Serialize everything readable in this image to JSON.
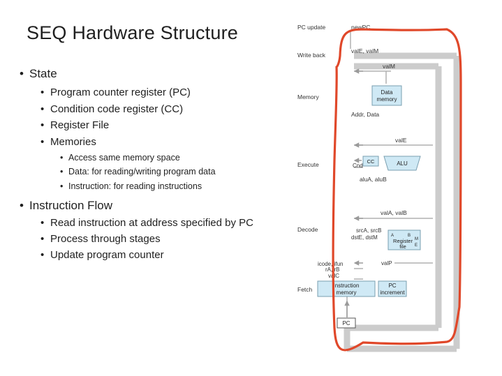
{
  "title": "SEQ Hardware Structure",
  "bullets": {
    "state": "State",
    "state_items": [
      "Program counter register (PC)",
      "Condition code register (CC)",
      "Register File",
      "Memories"
    ],
    "memory_items": [
      "Access same memory space",
      "Data: for reading/writing program data",
      "Instruction: for reading instructions"
    ],
    "flow": "Instruction Flow",
    "flow_items": [
      "Read instruction at address specified by PC",
      "Process through stages",
      "Update program counter"
    ]
  },
  "diagram": {
    "stages": {
      "pc_update": "PC update",
      "write_back": "Write back",
      "memory": "Memory",
      "execute": "Execute",
      "decode": "Decode",
      "fetch": "Fetch"
    },
    "signals": {
      "newpc": "newPC",
      "vale_valm": "valE, valM",
      "valm": "valM",
      "addr_data": "Addr, Data",
      "vale": "valE",
      "cnd": "Cnd",
      "alua_alub": "aluA, aluB",
      "vala_valb": "valA, valB",
      "srca_srcb": "srcA, srcB",
      "dste_dstm": "dstE, dstM",
      "icode_ifun": "icode, ifun",
      "ra_rb": "rA, rB",
      "valc": "valC",
      "valp": "valP",
      "reg_a": "A",
      "reg_b": "B",
      "reg_m": "M",
      "reg_e": "E"
    },
    "blocks": {
      "data_memory": [
        "Data",
        "memory"
      ],
      "cc": "CC",
      "alu": "ALU",
      "register_file": [
        "Register",
        "file"
      ],
      "instruction_memory": [
        "Instruction",
        "memory"
      ],
      "pc_increment": [
        "PC",
        "increment"
      ],
      "pc": "PC"
    },
    "colors": {
      "block_fill": "#cfe9f5",
      "wire": "#c8c8c8",
      "annotation": "#e0482a"
    }
  }
}
